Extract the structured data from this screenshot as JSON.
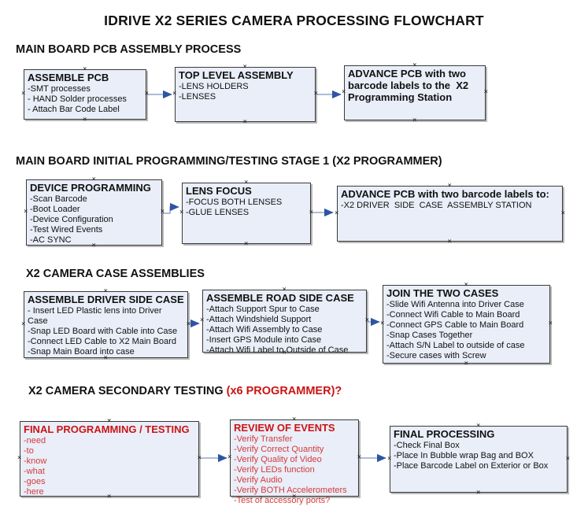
{
  "title": "IDRIVE X2  SERIES CAMERA PROCESSING FLOWCHART",
  "glyphs": {
    "connection_point": "×"
  },
  "colors": {
    "box_fill": "#e9eef8",
    "box_border": "#3a3a3a",
    "connector_line": "#8fa8cc",
    "connector_arrow": "#2e55a3",
    "red_text": "#cc1414"
  },
  "sections": [
    {
      "heading": "MAIN BOARD PCB ASSEMBLY PROCESS",
      "boxes": [
        {
          "title": "ASSEMBLE PCB",
          "items": [
            "-SMT processes",
            "- HAND Solder processes",
            "- Attach Bar Code Label"
          ]
        },
        {
          "title": "TOP LEVEL ASSEMBLY",
          "items": [
            "-LENS HOLDERS",
            "-LENSES"
          ]
        },
        {
          "title": "ADVANCE PCB with two barcode labels to the  X2 Programming Station",
          "items": []
        }
      ]
    },
    {
      "heading": "MAIN BOARD INITIAL PROGRAMMING/TESTING STAGE 1 (X2 PROGRAMMER)",
      "boxes": [
        {
          "title": "DEVICE PROGRAMMING",
          "items": [
            "-Scan Barcode",
            "-Boot Loader",
            "-Device Configuration",
            "-Test Wired Events",
            "-AC SYNC"
          ]
        },
        {
          "title": "LENS FOCUS",
          "items": [
            "-FOCUS BOTH LENSES",
            "-GLUE LENSES"
          ]
        },
        {
          "title": "ADVANCE PCB with two barcode labels to:",
          "items": [
            "-X2 DRIVER  SIDE  CASE  ASSEMBLY STATION"
          ]
        }
      ]
    },
    {
      "heading": "X2 CAMERA CASE ASSEMBLIES",
      "boxes": [
        {
          "title": "ASSEMBLE DRIVER SIDE CASE",
          "items": [
            "- Insert LED Plastic lens into Driver Case",
            "-Snap LED Board with Cable into Case",
            "-Connect LED Cable to X2 Main Board",
            "-Snap Main Board into case"
          ]
        },
        {
          "title": "ASSEMBLE ROAD SIDE CASE",
          "items": [
            "-Attach Support Spur to Case",
            "-Attach Windshield Support",
            "-Attach Wifi Assembly to Case",
            "-Insert GPS Module into Case",
            "-Attach Wifi Label to Outside of Case"
          ]
        },
        {
          "title": "JOIN THE TWO CASES",
          "items": [
            "-Slide Wifi Antenna into Driver Case",
            "-Connect Wifi Cable to Main Board",
            "-Connect GPS Cable to Main Board",
            "-Snap Cases Together",
            "-Attach S/N Label to outside of case",
            "-Secure cases with Screw"
          ]
        }
      ]
    },
    {
      "heading": "X2 CAMERA SECONDARY TESTING",
      "heading_suffix": "  (x6 PROGRAMMER)?",
      "boxes": [
        {
          "title": "FINAL PROGRAMMING / TESTING",
          "items": [
            "-need",
            "-to",
            "-know",
            "-what",
            "-goes",
            "-here"
          ]
        },
        {
          "title": "REVIEW OF EVENTS",
          "items": [
            "-Verify Transfer",
            "-Verify Correct Quantity",
            "-Verify Quality of Video",
            "-Verify LEDs function",
            "-Verify Audio",
            "-Verify BOTH Accelerometers",
            "-Test of accessory ports?"
          ]
        },
        {
          "title": "FINAL PROCESSING",
          "items": [
            "-Check Final Box",
            "-Place In Bubble wrap Bag and BOX",
            "-Place Barcode Label on Exterior or Box"
          ]
        }
      ]
    }
  ]
}
